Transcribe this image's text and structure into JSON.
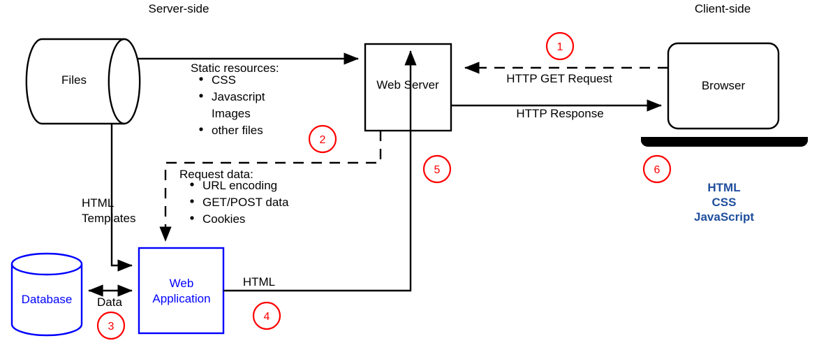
{
  "diagram": {
    "title_left": "Server-side",
    "title_right": "Client-side",
    "nodes": {
      "files": "Files",
      "web_server": "Web Server",
      "browser": "Browser",
      "database": "Database",
      "web_application_line1": "Web",
      "web_application_line2": "Application"
    },
    "labels": {
      "static_resources_heading": "Static resources:",
      "static_resources_items": [
        "CSS",
        "Javascript",
        "Images",
        "other files"
      ],
      "request_data_heading": "Request data:",
      "request_data_items": [
        "URL encoding",
        "GET/POST data",
        "Cookies"
      ],
      "http_get_request": "HTTP GET Request",
      "http_response": "HTTP Response",
      "html_templates_line1": "HTML",
      "html_templates_line2": "Templates",
      "data": "Data",
      "html": "HTML",
      "client_tech_1": "HTML",
      "client_tech_2": "CSS",
      "client_tech_3": "JavaScript"
    },
    "step_markers": [
      "1",
      "2",
      "3",
      "4",
      "5",
      "6"
    ],
    "colors": {
      "blue": "#0000ff",
      "navy": "#1f4e9c",
      "red": "#ff0000",
      "black": "#000000",
      "background": "#ffffff"
    }
  }
}
